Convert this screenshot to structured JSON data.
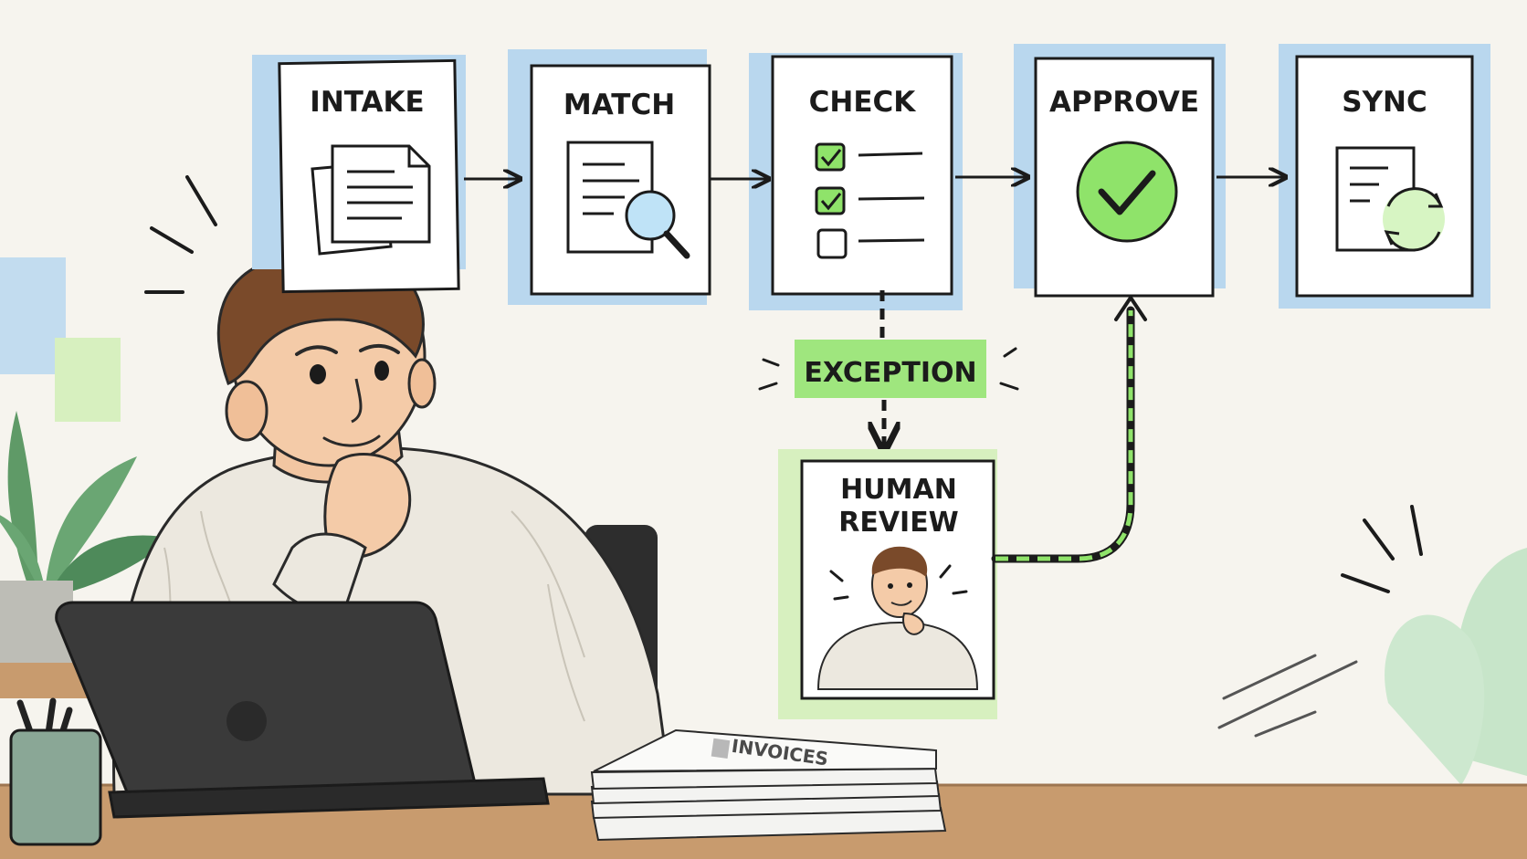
{
  "stages": [
    {
      "id": "intake",
      "label": "INTAKE",
      "icon": "documents-icon"
    },
    {
      "id": "match",
      "label": "MATCH",
      "icon": "magnifier-document-icon"
    },
    {
      "id": "check",
      "label": "CHECK",
      "icon": "checklist-icon"
    },
    {
      "id": "approve",
      "label": "APPROVE",
      "icon": "checkmark-circle-icon"
    },
    {
      "id": "sync",
      "label": "SYNC",
      "icon": "sync-document-icon"
    }
  ],
  "exception": {
    "label": "EXCEPTION"
  },
  "review": {
    "line1": "HUMAN",
    "line2": "REVIEW"
  },
  "invoices": {
    "label": "INVOICES"
  },
  "colors": {
    "background": "#f6f4ee",
    "blue_accent": "#b9d7ee",
    "green_accent": "#8fe36a",
    "ink": "#1b1b1b",
    "desk": "#c89b6e"
  }
}
